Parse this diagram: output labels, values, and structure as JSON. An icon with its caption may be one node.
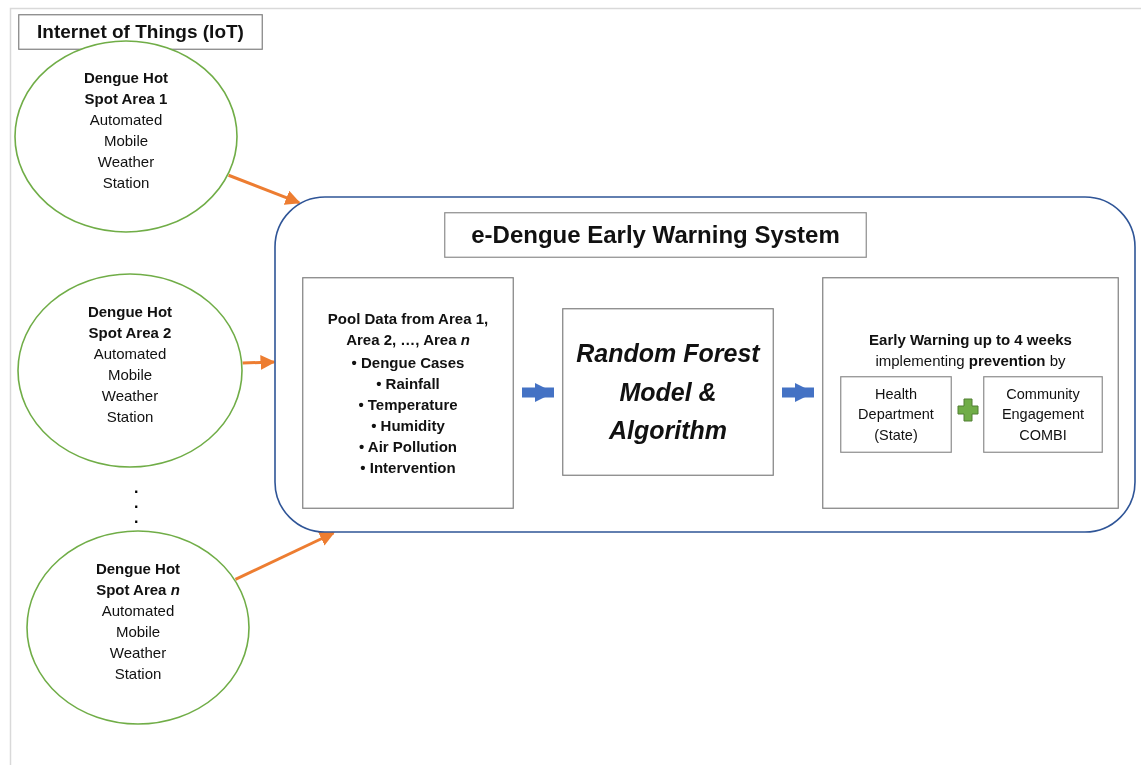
{
  "diagram": {
    "nodes": [
      {
        "text": [
          "Internet of Things (IoT)"
        ]
      },
      {
        "text": [
          "Dengue Hot Spot Area 1",
          "Automated Mobile Weather Station"
        ]
      },
      {
        "text": [
          "Dengue Hot Spot Area 2",
          "Automated Mobile Weather Station"
        ]
      },
      {
        "text": [
          "Dengue Hot Spot Area *n*",
          "Automated Mobile Weather Station"
        ]
      },
      {
        "text": [],
        "shape": "box"
      },
      {
        "text": [
          "e-Dengue Early Warning System"
        ],
        "in": 4
      },
      {
        "text": [
          "Pool Data from Area 1, Area 2, …, Area *n*",
          "• Dengue Cases",
          "• Rainfall",
          "• Temperature",
          "• Humidity",
          "• Air Pollution",
          "• Intervention"
        ],
        "in": 4
      },
      {
        "text": [
          "Random Forest Model & Algorithm"
        ],
        "in": 4
      },
      {
        "text": [
          "**Early Warning up to 4 weeks** implementing **prevention** by"
        ],
        "in": 4
      },
      {
        "text": [
          "Health Department (State)"
        ],
        "in": 8
      },
      {
        "text": [
          "Community Engagement COMBI"
        ],
        "in": 8
      }
    ],
    "edges": [
      {
        "from": 1,
        "to": 4,
        "arrow": "to"
      },
      {
        "from": 2,
        "to": 4,
        "arrow": "to"
      },
      {
        "from": 3,
        "to": 4,
        "arrow": "to"
      },
      {
        "from": 6,
        "to": 7,
        "arrow": "to",
        "style": "thick",
        "color": "#4472c4"
      },
      {
        "from": 7,
        "to": 8,
        "arrow": "to",
        "style": "thick",
        "color": "#4472c4"
      }
    ],
    "labels": [
      ".",
      ".",
      "."
    ]
  }
}
